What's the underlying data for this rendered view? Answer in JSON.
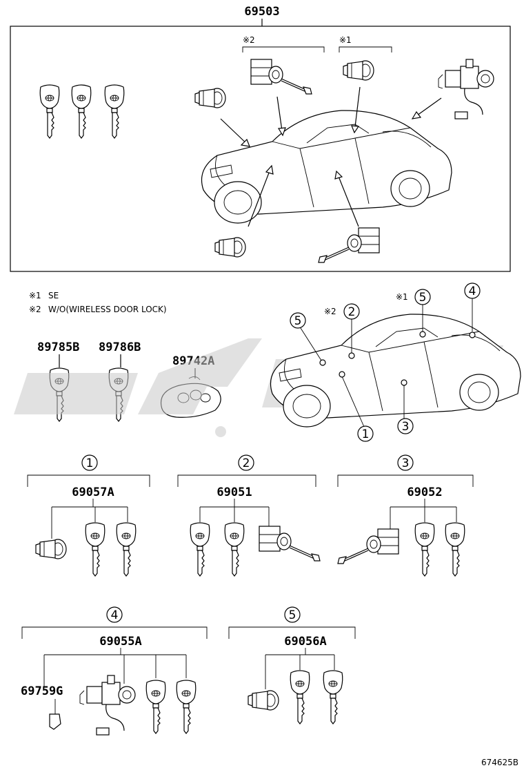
{
  "diagram": {
    "top_kit_number": "69503",
    "notes": [
      {
        "mark": "※1",
        "text": "SE"
      },
      {
        "mark": "※2",
        "text": "W/O(WIRELESS DOOR LOCK)"
      }
    ],
    "top_markers": {
      "m1": "※1",
      "m2": "※2"
    },
    "single_parts": [
      "89785B",
      "89786B",
      "89742A"
    ],
    "callouts_on_car": [
      {
        "num": "5",
        "mark": ""
      },
      {
        "num": "2",
        "mark": "※2"
      },
      {
        "num": "5",
        "mark": "※1"
      },
      {
        "num": "4",
        "mark": ""
      },
      {
        "num": "1",
        "mark": ""
      },
      {
        "num": "3",
        "mark": ""
      }
    ],
    "groups": [
      {
        "num": "1",
        "part": "69057A"
      },
      {
        "num": "2",
        "part": "69051"
      },
      {
        "num": "3",
        "part": "69052"
      },
      {
        "num": "4",
        "part": "69055A",
        "sub_part": "69759G"
      },
      {
        "num": "5",
        "part": "69056A"
      }
    ],
    "footer_code": "674625B"
  }
}
